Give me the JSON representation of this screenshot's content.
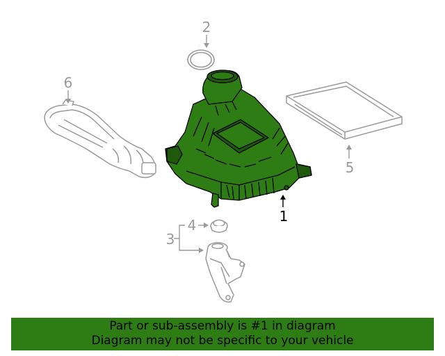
{
  "callouts": {
    "c1": "1",
    "c2": "2",
    "c3": "3",
    "c4": "4",
    "c5": "5",
    "c6": "6"
  },
  "colors": {
    "highlight": "#2e7d14",
    "highlight_dark": "#1f5a0c",
    "line_gray": "#9a9a9a",
    "banner_bg": "#2e7d14"
  },
  "banner": {
    "line1": "Part or sub-assembly is #1 in diagram",
    "line2": "Diagram may not be specific to your vehicle"
  }
}
